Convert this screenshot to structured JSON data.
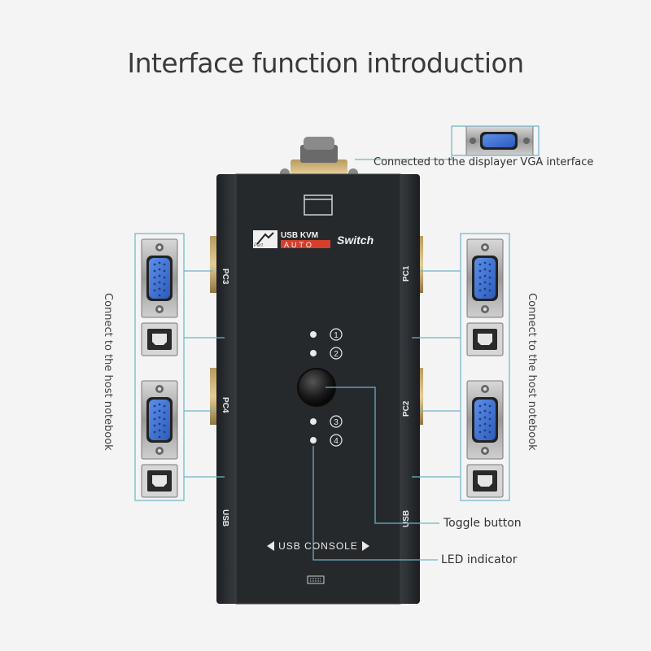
{
  "title": "Interface function introduction",
  "labels": {
    "vga_display": "Connected to the displayer VGA interface",
    "host_left": "Connect to the host notebook",
    "host_right": "Connect to the host notebook",
    "toggle": "Toggle button",
    "led": "LED indicator"
  },
  "device": {
    "brand_line1": "USB KVM",
    "brand_line2": "AUTO",
    "brand_line3": "Switch",
    "logo_text": "Pert",
    "port_pc1": "PC1",
    "port_pc2": "PC2",
    "port_pc3": "PC3",
    "port_pc4": "PC4",
    "usb_left": "USB",
    "usb_right": "USB",
    "console": "USB CONSOLE",
    "led_1": "1",
    "led_2": "2",
    "led_3": "3",
    "led_4": "4"
  },
  "colors": {
    "device_body": "#2b2e31",
    "callout_line": "#6fb3c8",
    "vga_port": "#3b6fd1"
  }
}
